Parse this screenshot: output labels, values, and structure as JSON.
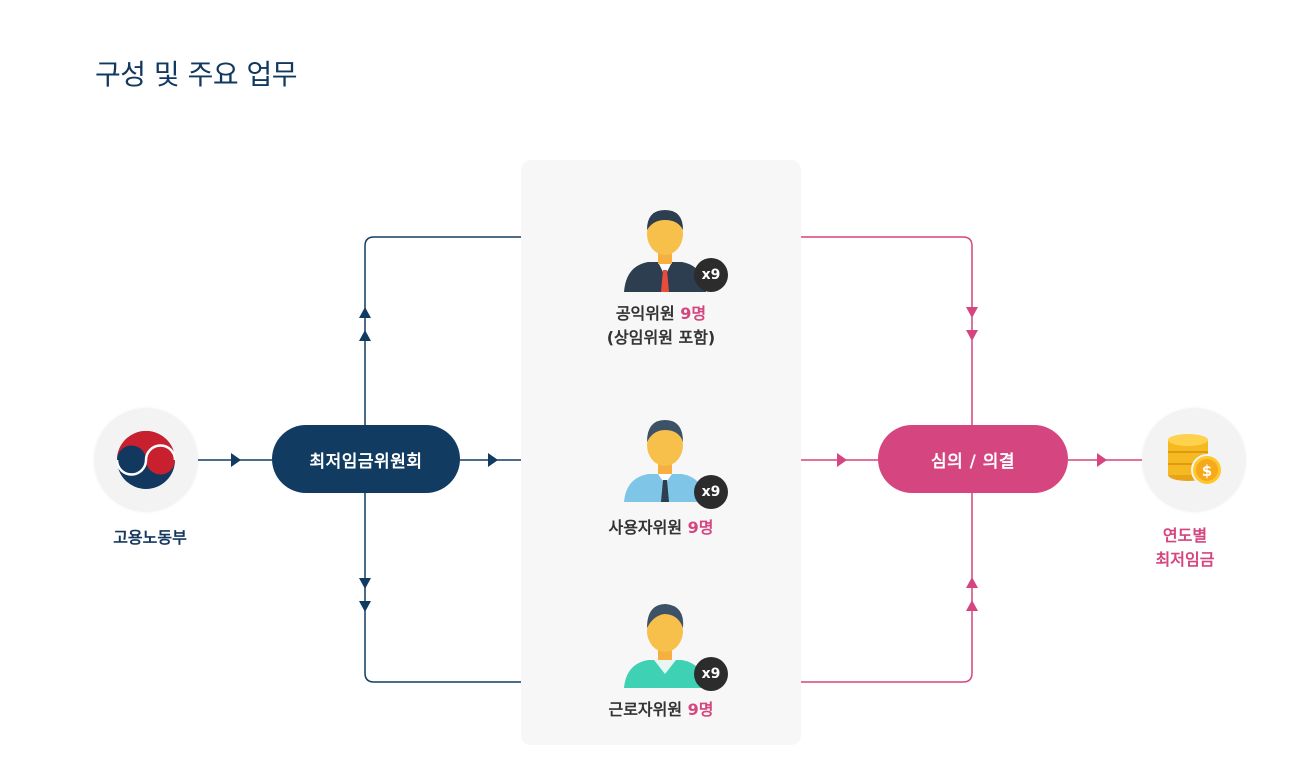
{
  "page": {
    "title": "구성 및 주요 업무"
  },
  "nodes": {
    "ministry": {
      "label": "고용노동부"
    },
    "commission": {
      "label": "최저임금위원회"
    },
    "deliberation": {
      "label": "심의 / 의결"
    },
    "annual_wage": {
      "line1": "연도별",
      "line2": "최저임금"
    }
  },
  "members": [
    {
      "name": "공익위원",
      "count": "9명",
      "note": "(상임위원 포함)",
      "badge": "x9",
      "color": "#2c3e50"
    },
    {
      "name": "사용자위원",
      "count": "9명",
      "badge": "x9",
      "color": "#7fc5e8"
    },
    {
      "name": "근로자위원",
      "count": "9명",
      "badge": "x9",
      "color": "#3fd1b4"
    }
  ],
  "colors": {
    "navy": "#123b62",
    "pink": "#d5457f"
  },
  "icons": {
    "ministry": "government-emblem-icon",
    "annual_wage": "coin-stack-icon",
    "public": "public-member-icon",
    "employer": "employer-member-icon",
    "worker": "worker-member-icon"
  }
}
